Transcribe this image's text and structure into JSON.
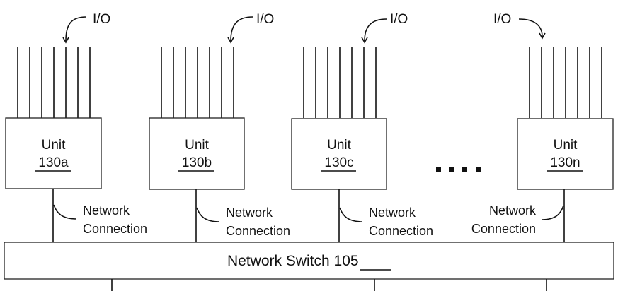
{
  "diagram": {
    "units": [
      {
        "name": "Unit",
        "ref": "130a",
        "io_label": "I/O",
        "io_lines": 7,
        "connection_label": [
          "Network",
          "Connection"
        ]
      },
      {
        "name": "Unit",
        "ref": "130b",
        "io_label": "I/O",
        "io_lines": 7,
        "connection_label": [
          "Network",
          "Connection"
        ]
      },
      {
        "name": "Unit",
        "ref": "130c",
        "io_label": "I/O",
        "io_lines": 7,
        "connection_label": [
          "Network",
          "Connection"
        ]
      },
      {
        "name": "Unit",
        "ref": "130n",
        "io_label": "I/O",
        "io_lines": 7,
        "connection_label": [
          "Network",
          "Connection"
        ]
      }
    ],
    "ellipsis": "....",
    "switch": {
      "name": "Network Switch",
      "ref": "105",
      "downlinks": 3
    },
    "colors": {
      "stroke": "#111111",
      "background": "#ffffff"
    }
  }
}
